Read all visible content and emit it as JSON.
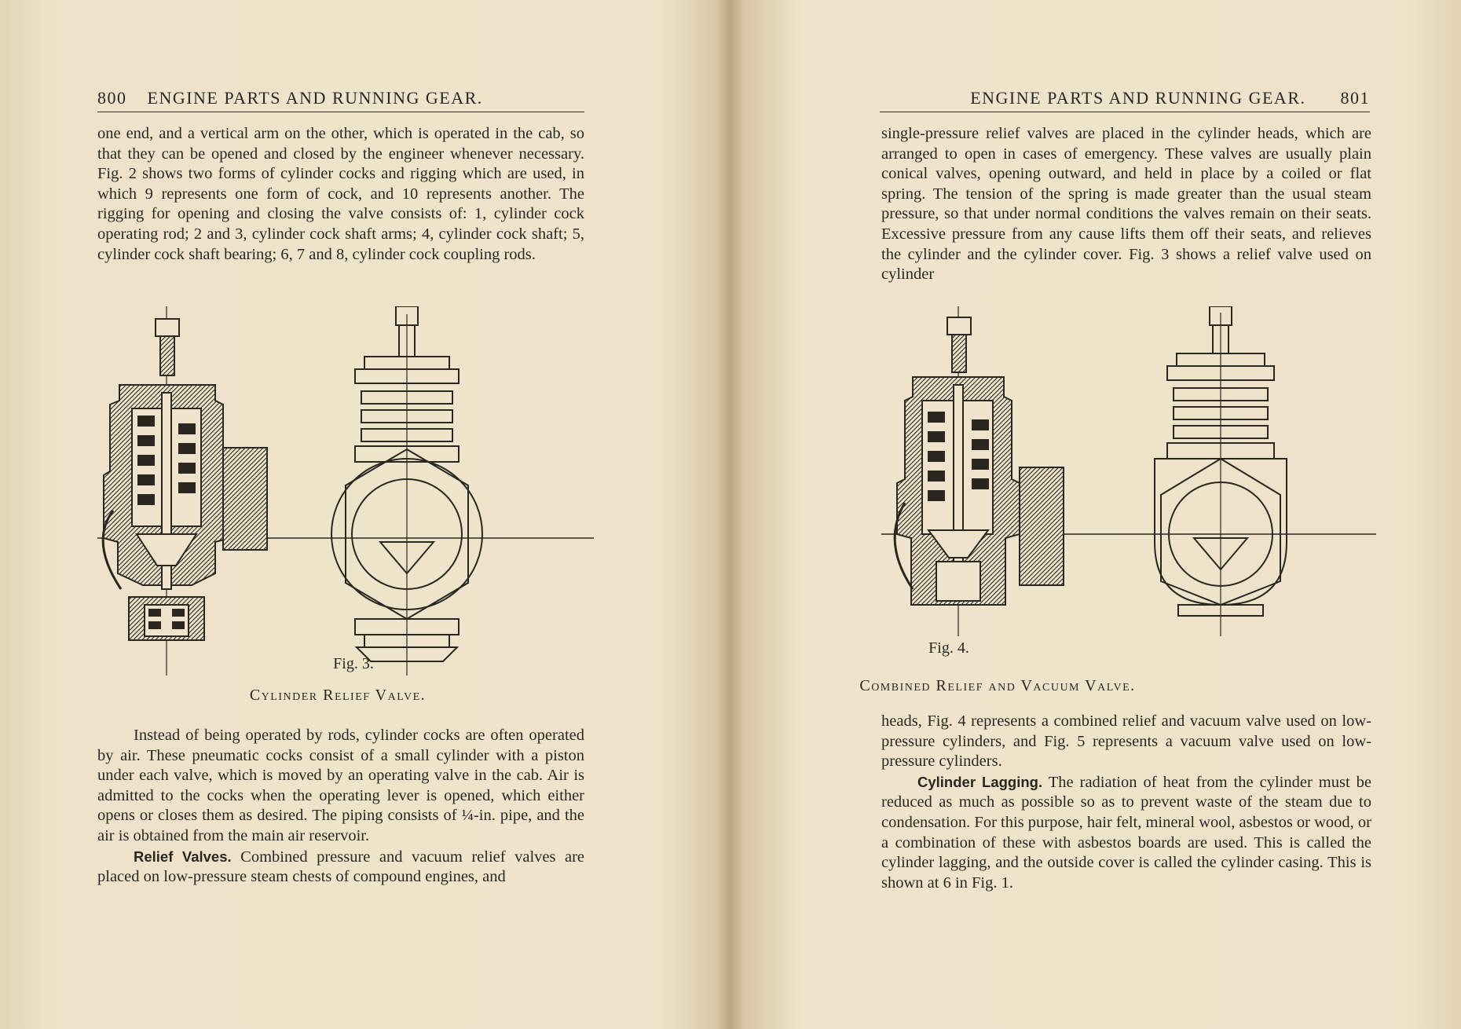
{
  "left_page": {
    "page_number": "800",
    "running_head": "ENGINE PARTS AND RUNNING GEAR.",
    "paragraphs_top": [
      "one end, and a vertical arm on the other, which is operated in the cab, so that they can be opened and closed by the engineer whenever necessary. Fig. 2 shows two forms of cylinder cocks and rigging which are used, in which 9 represents one form of cock, and 10 represents another. The rigging for opening and closing the valve consists of: 1, cylinder cock operating rod; 2 and 3, cylinder cock shaft arms; 4, cylinder cock shaft; 5, cylinder cock shaft bearing; 6, 7 and 8, cylinder cock coupling rods."
    ],
    "figure_label": "Fig. 3.",
    "figure_caption": "Cylinder Relief Valve.",
    "paragraph_air": "Instead of being operated by rods, cylinder cocks are often operated by air. These pneumatic cocks consist of a small cylinder with a piston under each valve, which is moved by an operating valve in the cab. Air is admitted to the cocks when the operating lever is opened, which either opens or closes them as desired. The piping consists of ¼-in. pipe, and the air is obtained from the main air reservoir.",
    "relief_heading": "Relief Valves.",
    "relief_text": "Combined pressure and vacuum relief valves are placed on low-pressure steam chests of compound engines, and"
  },
  "right_page": {
    "page_number": "801",
    "running_head": "ENGINE PARTS AND RUNNING GEAR.",
    "paragraph_top": "single-pressure relief valves are placed in the cylinder heads, which are arranged to open in cases of emergency. These valves are usually plain conical valves, opening outward, and held in place by a coiled or flat spring. The tension of the spring is made greater than the usual steam pressure, so that under normal conditions the valves remain on their seats. Excessive pressure from any cause lifts them off their seats, and relieves the cylinder and the cylinder cover. Fig. 3 shows a relief valve used on cylinder",
    "figure_label": "Fig. 4.",
    "figure_caption": "Combined Relief and Vacuum Valve.",
    "paragraph_heads": "heads, Fig. 4 represents a combined relief and vacuum valve used on low-pressure cylinders, and Fig. 5 represents a vacuum valve used on low-pressure cylinders.",
    "lagging_heading": "Cylinder Lagging.",
    "lagging_text": "The radiation of heat from the cylinder must be reduced as much as possible so as to prevent waste of the steam due to condensation. For this purpose, hair felt, mineral wool, asbestos or wood, or a combination of these with asbestos boards are used. This is called the cylinder lagging, and the outside cover is called the cylinder casing. This is shown at 6 in Fig. 1."
  },
  "colors": {
    "paper": "#efe4cb",
    "ink": "#2b2620"
  }
}
